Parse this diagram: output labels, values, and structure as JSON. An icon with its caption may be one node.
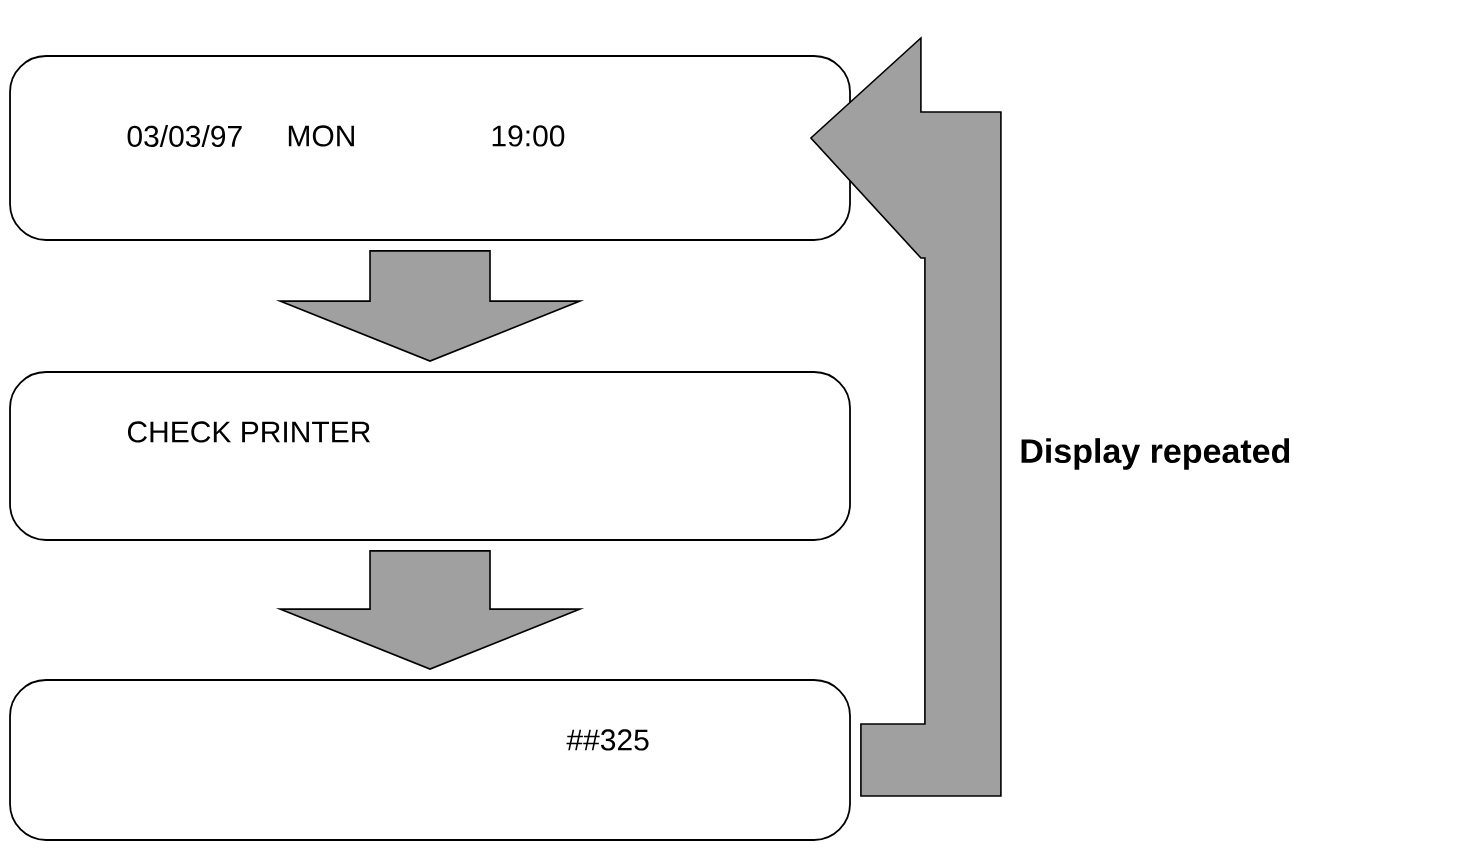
{
  "diagram": {
    "nodes": [
      {
        "text": [
          "03/03/97",
          "MON",
          "19:00"
        ]
      },
      {
        "text": [
          "CHECK PRINTER"
        ]
      },
      {
        "text": [
          "##325"
        ]
      }
    ],
    "edges": [
      {
        "from": 0,
        "to": 1,
        "arrow": "to"
      },
      {
        "from": 1,
        "to": 2,
        "arrow": "to"
      },
      {
        "from": 2,
        "to": 0,
        "arrow": "to",
        "label": "Display repeated"
      }
    ]
  }
}
